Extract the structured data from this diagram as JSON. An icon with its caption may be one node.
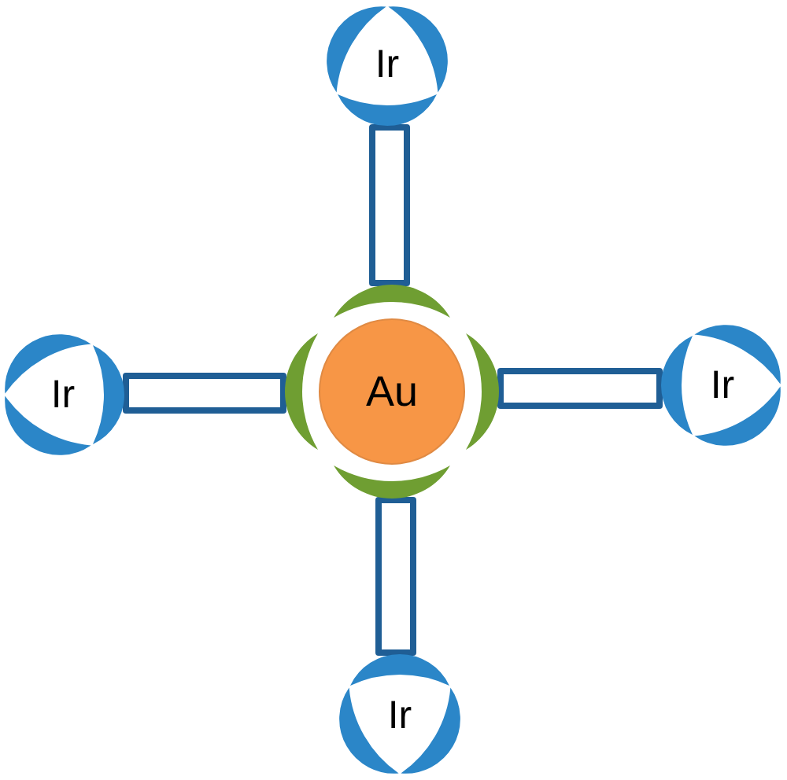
{
  "diagram": {
    "nodes": [
      {
        "text": [
          "Ir"
        ]
      },
      {
        "text": [
          "Ir"
        ]
      },
      {
        "text": [
          "Au"
        ]
      },
      {
        "text": [
          "Ir"
        ]
      },
      {
        "text": [
          "Ir"
        ]
      }
    ],
    "edges": [
      {
        "from": 2,
        "to": 0,
        "arrow": "none"
      },
      {
        "from": 2,
        "to": 1,
        "arrow": "none"
      },
      {
        "from": 2,
        "to": 3,
        "arrow": "none"
      },
      {
        "from": 2,
        "to": 4,
        "arrow": "none"
      }
    ]
  }
}
